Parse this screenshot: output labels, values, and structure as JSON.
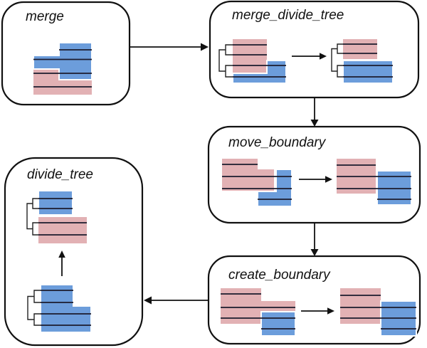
{
  "diagram": {
    "nodes": [
      {
        "id": "merge",
        "label": "merge"
      },
      {
        "id": "merge_divide_tree",
        "label": "merge_divide_tree"
      },
      {
        "id": "move_boundary",
        "label": "move_boundary"
      },
      {
        "id": "create_boundary",
        "label": "create_boundary"
      },
      {
        "id": "divide_tree",
        "label": "divide_tree"
      }
    ],
    "edges": [
      {
        "from": "merge",
        "to": "merge_divide_tree"
      },
      {
        "from": "merge_divide_tree",
        "to": "move_boundary"
      },
      {
        "from": "move_boundary",
        "to": "create_boundary"
      },
      {
        "from": "create_boundary",
        "to": "divide_tree"
      },
      {
        "from": "divide_tree_bottom_state",
        "to": "divide_tree_top_state"
      }
    ]
  },
  "colors": {
    "block_blue": "#6c9ddb",
    "block_pink": "#e2b1b4",
    "stroke": "#111111",
    "row_line": "#1c1c2e",
    "background": "#ffffff"
  }
}
